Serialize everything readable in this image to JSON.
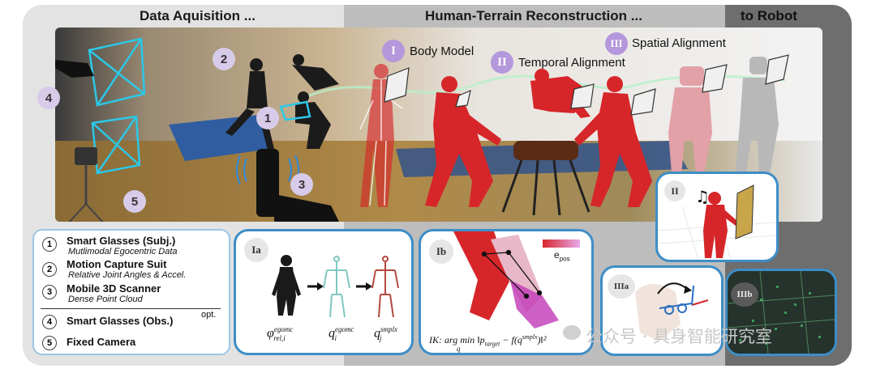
{
  "stages": {
    "data_acquisition": "Data Aquisition ...",
    "reconstruction": "Human-Terrain Reconstruction ...",
    "robot": "to Robot"
  },
  "scene_markers": {
    "m1": "1",
    "m2": "2",
    "m3": "3",
    "m4": "4",
    "m5": "5"
  },
  "recon_stages": [
    {
      "numeral": "I",
      "label": "Body Model"
    },
    {
      "numeral": "II",
      "label": "Temporal Alignment"
    },
    {
      "numeral": "III",
      "label": "Spatial Alignment"
    }
  ],
  "legend": {
    "items": [
      {
        "num": "1",
        "title": "Smart Glasses (Subj.)",
        "sub": "Mutlimodal Egocentric Data"
      },
      {
        "num": "2",
        "title": "Motion Capture Suit",
        "sub": "Relative Joint Angles & Accel."
      },
      {
        "num": "3",
        "title": "Mobile 3D Scanner",
        "sub": "Dense Point Cloud"
      },
      {
        "num": "4",
        "title": "Smart Glasses (Obs.)",
        "sub": ""
      },
      {
        "num": "5",
        "title": "Fixed Camera",
        "sub": ""
      }
    ],
    "optional_note": "opt."
  },
  "panels": {
    "Ia": {
      "tag": "Ia",
      "labels": [
        "φ",
        "q",
        "q"
      ],
      "supers": [
        "egomc",
        "egomc",
        "smplx"
      ],
      "subs": [
        "rel,i",
        "i",
        "j"
      ]
    },
    "Ib": {
      "tag": "Ib",
      "colorbar_label": "e",
      "colorbar_sub": "pos",
      "equation": "IK: arg min ‖p",
      "eq_target": "target",
      "eq_rest": " − f(q",
      "eq_smplx": "smplx",
      "eq_tail": ")‖²",
      "eq_q": "q"
    },
    "II": {
      "tag": "II",
      "note_icon": "♫"
    },
    "IIIa": {
      "tag": "IIIa"
    },
    "IIIb": {
      "tag": "IIIb"
    }
  },
  "watermark": "公众号 · 具身智能研究室",
  "colors": {
    "band_gray": "#e3e3e3",
    "band_mid": "#b9b9b9",
    "band_dark": "#6f6f6f",
    "panel_blue": "#3d8ec7",
    "purple": "#b597dc",
    "body_red": "#d6262a",
    "cyan": "#2bc8e8"
  }
}
